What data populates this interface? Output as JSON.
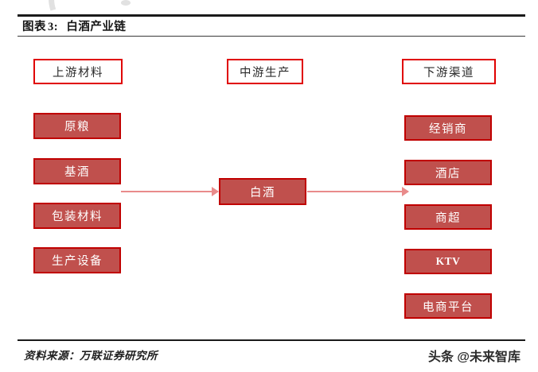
{
  "figure": {
    "label": "图表",
    "number": "3:",
    "title": "白酒产业链"
  },
  "colors": {
    "node_fill": "#C0504D",
    "node_border": "#C00000",
    "header_border": "#E00000",
    "arrow": "#E98B8B",
    "rule": "#1A1A1A",
    "node_text": "#FFFFFF",
    "header_text": "#2B2B2B"
  },
  "columns": {
    "upstream": {
      "header": "上游材料",
      "items": [
        {
          "label": "原粮"
        },
        {
          "label": "基酒"
        },
        {
          "label": "包装材料"
        },
        {
          "label": "生产设备"
        }
      ]
    },
    "midstream": {
      "header": "中游生产",
      "items": [
        {
          "label": "白酒"
        }
      ]
    },
    "downstream": {
      "header": "下游渠道",
      "items": [
        {
          "label": "经销商"
        },
        {
          "label": "酒店"
        },
        {
          "label": "商超"
        },
        {
          "label": "KTV"
        },
        {
          "label": "电商平台"
        }
      ]
    }
  },
  "flow": {
    "arrow_upstream_to_mid": "→",
    "arrow_mid_to_downstream": "→"
  },
  "footer": {
    "source": "资料来源：万联证券研究所",
    "watermark": "头条 @未来智库"
  }
}
